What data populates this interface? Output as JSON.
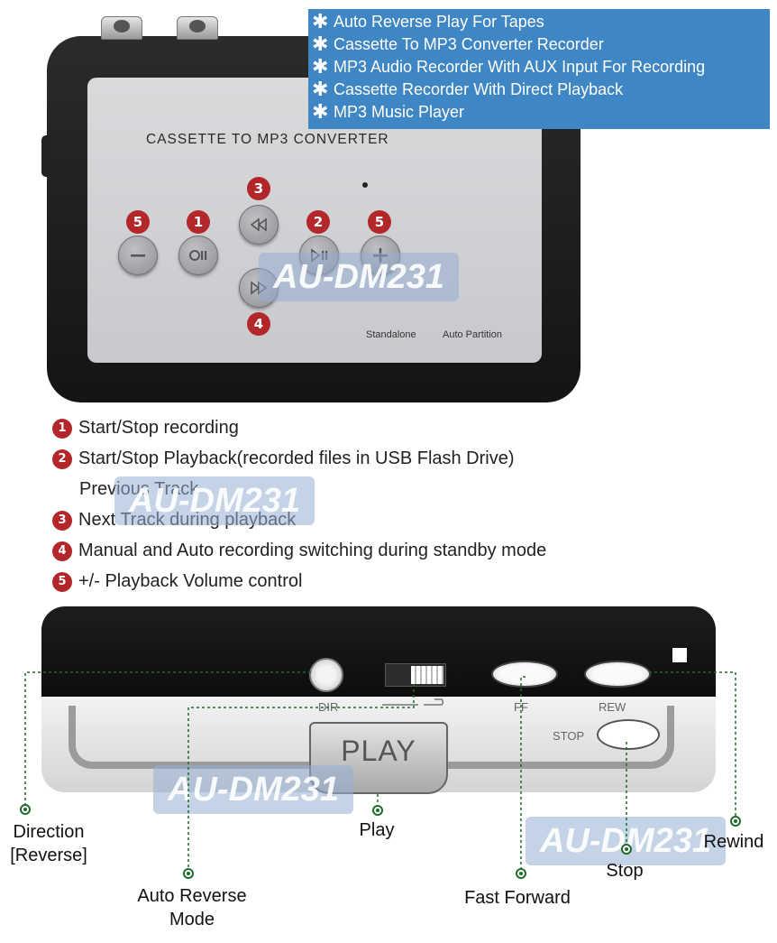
{
  "features": [
    "Auto Reverse Play For Tapes",
    "Cassette To MP3 Converter Recorder",
    "MP3 Audio Recorder With AUX Input For Recording",
    "Cassette Recorder With Direct Playback",
    "MP3 Music Player"
  ],
  "feature_bullet": "✱",
  "panel": {
    "title": "CASSETTE TO MP3 CONVERTER",
    "label_standalone": "Standalone",
    "label_auto_partition": "Auto Partition"
  },
  "badges": {
    "b1": "1",
    "b2": "2",
    "b3": "3",
    "b4": "4",
    "b5": "5"
  },
  "watermark": "AU-DM231",
  "legend": {
    "item1": "Start/Stop recording",
    "item2": "Start/Stop Playback(recorded files in USB Flash Drive)",
    "item2_sub": "Previous Track",
    "item3": "Next Track during playback",
    "item4": "Manual and Auto recording switching during standby mode",
    "item5": "+/- Playback Volume control"
  },
  "device": {
    "dir": "DIR",
    "ff": "FF",
    "rew": "REW",
    "stop": "STOP",
    "play": "PLAY"
  },
  "callouts": {
    "direction_line1": "Direction",
    "direction_line2": "[Reverse]",
    "auto_reverse_line1": "Auto Reverse",
    "auto_reverse_line2": "Mode",
    "play": "Play",
    "fast_forward": "Fast Forward",
    "stop": "Stop",
    "rewind": "Rewind"
  },
  "colors": {
    "badge_red": "#b3262a",
    "feature_blue": "#3f86c4",
    "callout_green": "#1f6b2b"
  }
}
